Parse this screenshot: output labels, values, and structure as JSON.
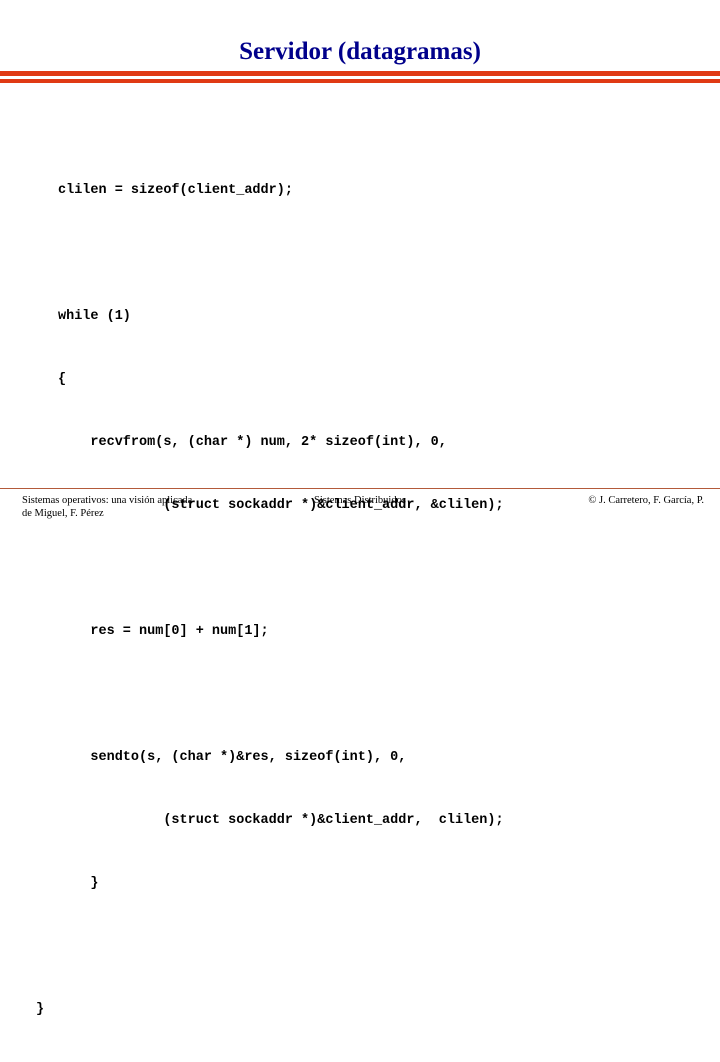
{
  "slide": {
    "title": "Servidor (datagramas)",
    "title_color": "#00008b",
    "background_color": "#ffffff",
    "rule_color": "#e03a14",
    "footer_rule_color": "#b35a3a"
  },
  "code": {
    "language": "c",
    "lines": [
      "clilen = sizeof(client_addr);",
      "",
      "while (1)",
      "{",
      "    recvfrom(s, (char *) num, 2* sizeof(int), 0,",
      "             (struct sockaddr *)&client_addr, &clilen);",
      "",
      "    res = num[0] + num[1];",
      "",
      "    sendto(s, (char *)&res, sizeof(int), 0,",
      "             (struct sockaddr *)&client_addr,  clilen);",
      "    }",
      "",
      "}"
    ]
  },
  "footer": {
    "left_line1": "Sistemas operativos: una visión aplicada",
    "left_line2": "de Miguel, F. Pérez",
    "center": "Sistemas Distribuidos",
    "right": "© J. Carretero, F. García, P."
  }
}
